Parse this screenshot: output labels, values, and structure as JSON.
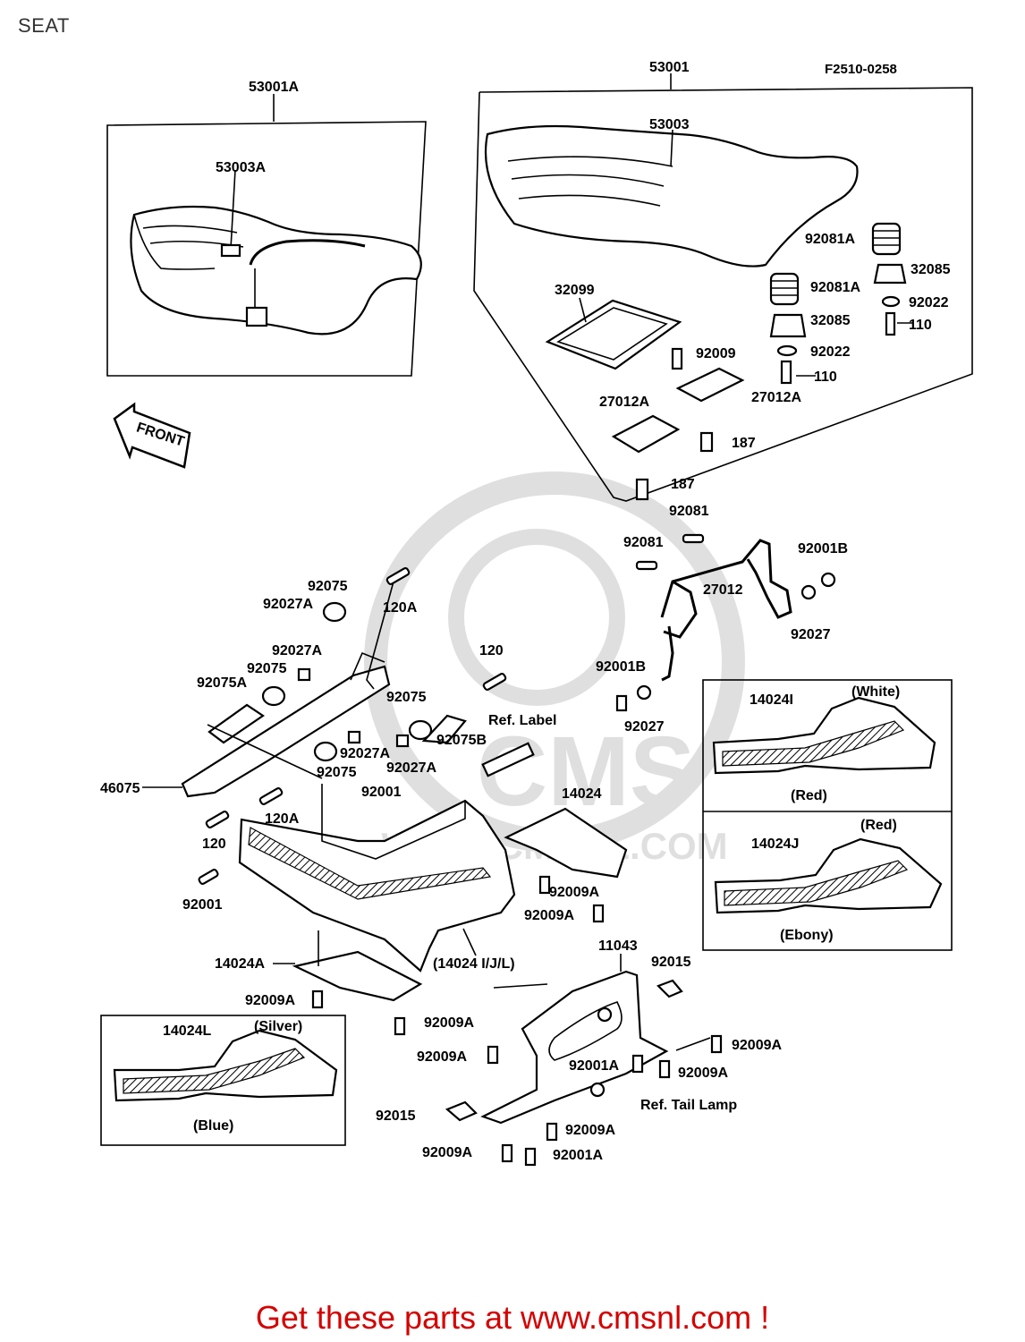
{
  "page_title": "SEAT",
  "diagram_code": "F2510-0258",
  "direction_label": "FRONT",
  "footer_text": "Get these parts at www.cmsnl.com !",
  "watermark_text": "CMS",
  "watermark_url": "WWW.CMSNL.COM",
  "labels": {
    "seat_a_assy": "53001A",
    "seat_a_cover": "53003A",
    "seat_assy": "53001",
    "seat_cover": "53003",
    "tray": "32099",
    "spring_92081A_1": "92081A",
    "spring_92081A_2": "92081A",
    "damper_32085_1": "32085",
    "damper_32085_2": "32085",
    "washer_92022_1": "92022",
    "washer_92022_2": "92022",
    "bolt_110_1": "110",
    "bolt_110_2": "110",
    "screw_92009": "92009",
    "bracket_27012A_1": "27012A",
    "bracket_27012A_2": "27012A",
    "bolt_187_1": "187",
    "bolt_187_2": "187",
    "spring_92081_1": "92081",
    "spring_92081_2": "92081",
    "hinge_27012": "27012",
    "bolt_92001B_1": "92001B",
    "bolt_92001B_2": "92001B",
    "collar_92027_1": "92027",
    "collar_92027_2": "92027",
    "cover_14024I": "14024I",
    "color_white": "(White)",
    "color_red_1": "(Red)",
    "cover_14024J": "14024J",
    "color_red_2": "(Red)",
    "color_ebony": "(Ebony)",
    "grommet_92075_1": "92075",
    "grommet_92075_2": "92075",
    "grommet_92075_3": "92075",
    "grommet_92075_4": "92075",
    "collar_92027A_1": "92027A",
    "collar_92027A_2": "92027A",
    "collar_92027A_3": "92027A",
    "collar_92027A_4": "92027A",
    "bolt_120A_1": "120A",
    "bolt_120A_2": "120A",
    "bolt_120_1": "120",
    "bolt_120_2": "120",
    "grommet_92075A": "92075A",
    "grommet_92075B": "92075B",
    "ref_label": "Ref. Label",
    "handle_46075": "46075",
    "bolt_92001_1": "92001",
    "bolt_92001_2": "92001",
    "cover_14024": "14024",
    "screw_92009A_1": "92009A",
    "screw_92009A_2": "92009A",
    "screw_92009A_3": "92009A",
    "screw_92009A_4": "92009A",
    "screw_92009A_5": "92009A",
    "screw_92009A_6": "92009A",
    "screw_92009A_7": "92009A",
    "screw_92009A_8": "92009A",
    "screw_92009A_9": "92009A",
    "cover_14024A": "14024A",
    "cover_14024IJL": "(14024 I/J/L)",
    "fender_11043": "11043",
    "clip_92015_1": "92015",
    "clip_92015_2": "92015",
    "bolt_92001A_1": "92001A",
    "bolt_92001A_2": "92001A",
    "ref_tail_lamp": "Ref. Tail Lamp",
    "cover_14024L": "14024L",
    "color_silver": "(Silver)",
    "color_blue": "(Blue)"
  }
}
